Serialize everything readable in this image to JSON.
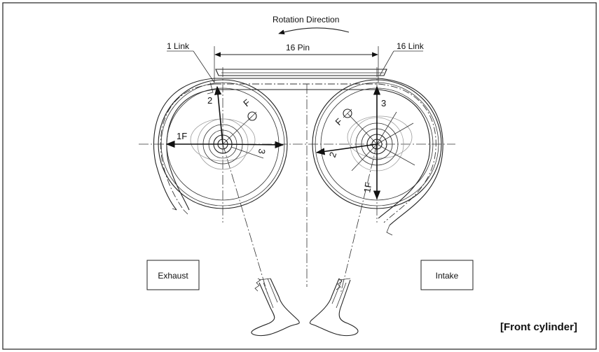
{
  "diagram": {
    "rotation_label": "Rotation Direction",
    "pin_label": "16 Pin",
    "link_left_label": "1 Link",
    "link_right_label": "16 Link",
    "box_left_label": "Exhaust",
    "box_right_label": "Intake",
    "caption": "[Front cylinder]",
    "left_sprocket": {
      "mark_top": "2",
      "mark_left": "1F",
      "mark_diag": "F",
      "mark_right": "3"
    },
    "right_sprocket": {
      "mark_top": "3",
      "mark_diag": "F",
      "mark_left": "2",
      "mark_bottom": "1F"
    }
  }
}
